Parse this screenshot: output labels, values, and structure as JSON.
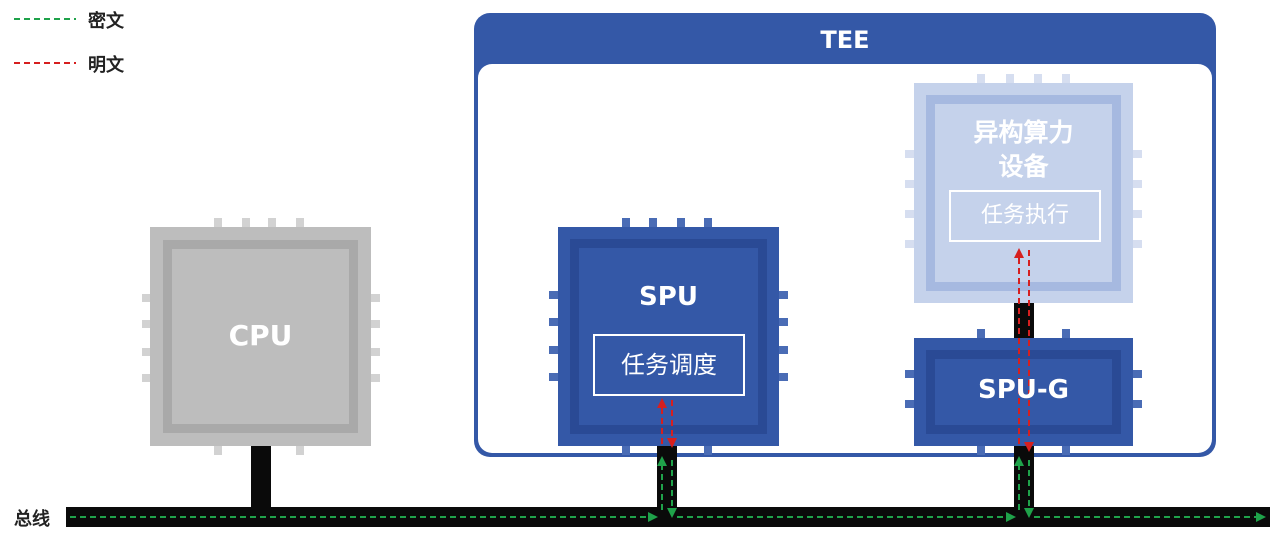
{
  "legend": {
    "ciphertext_label": "密文",
    "plaintext_label": "明文",
    "ciphertext_color": "#1fa24a",
    "plaintext_color": "#d61f1f"
  },
  "tee": {
    "title": "TEE",
    "color": "#3458a7"
  },
  "cpu": {
    "label": "CPU",
    "color": "#bdbdbd"
  },
  "spu": {
    "label": "SPU",
    "task_label": "任务调度",
    "color": "#3458a7"
  },
  "hetero": {
    "label_line1": "异构算力",
    "label_line2": "设备",
    "task_label": "任务执行",
    "color": "#c5d2eb"
  },
  "spug": {
    "label": "SPU-G",
    "color": "#3458a7"
  },
  "bus": {
    "label": "总线",
    "color": "#0a0a0a"
  }
}
